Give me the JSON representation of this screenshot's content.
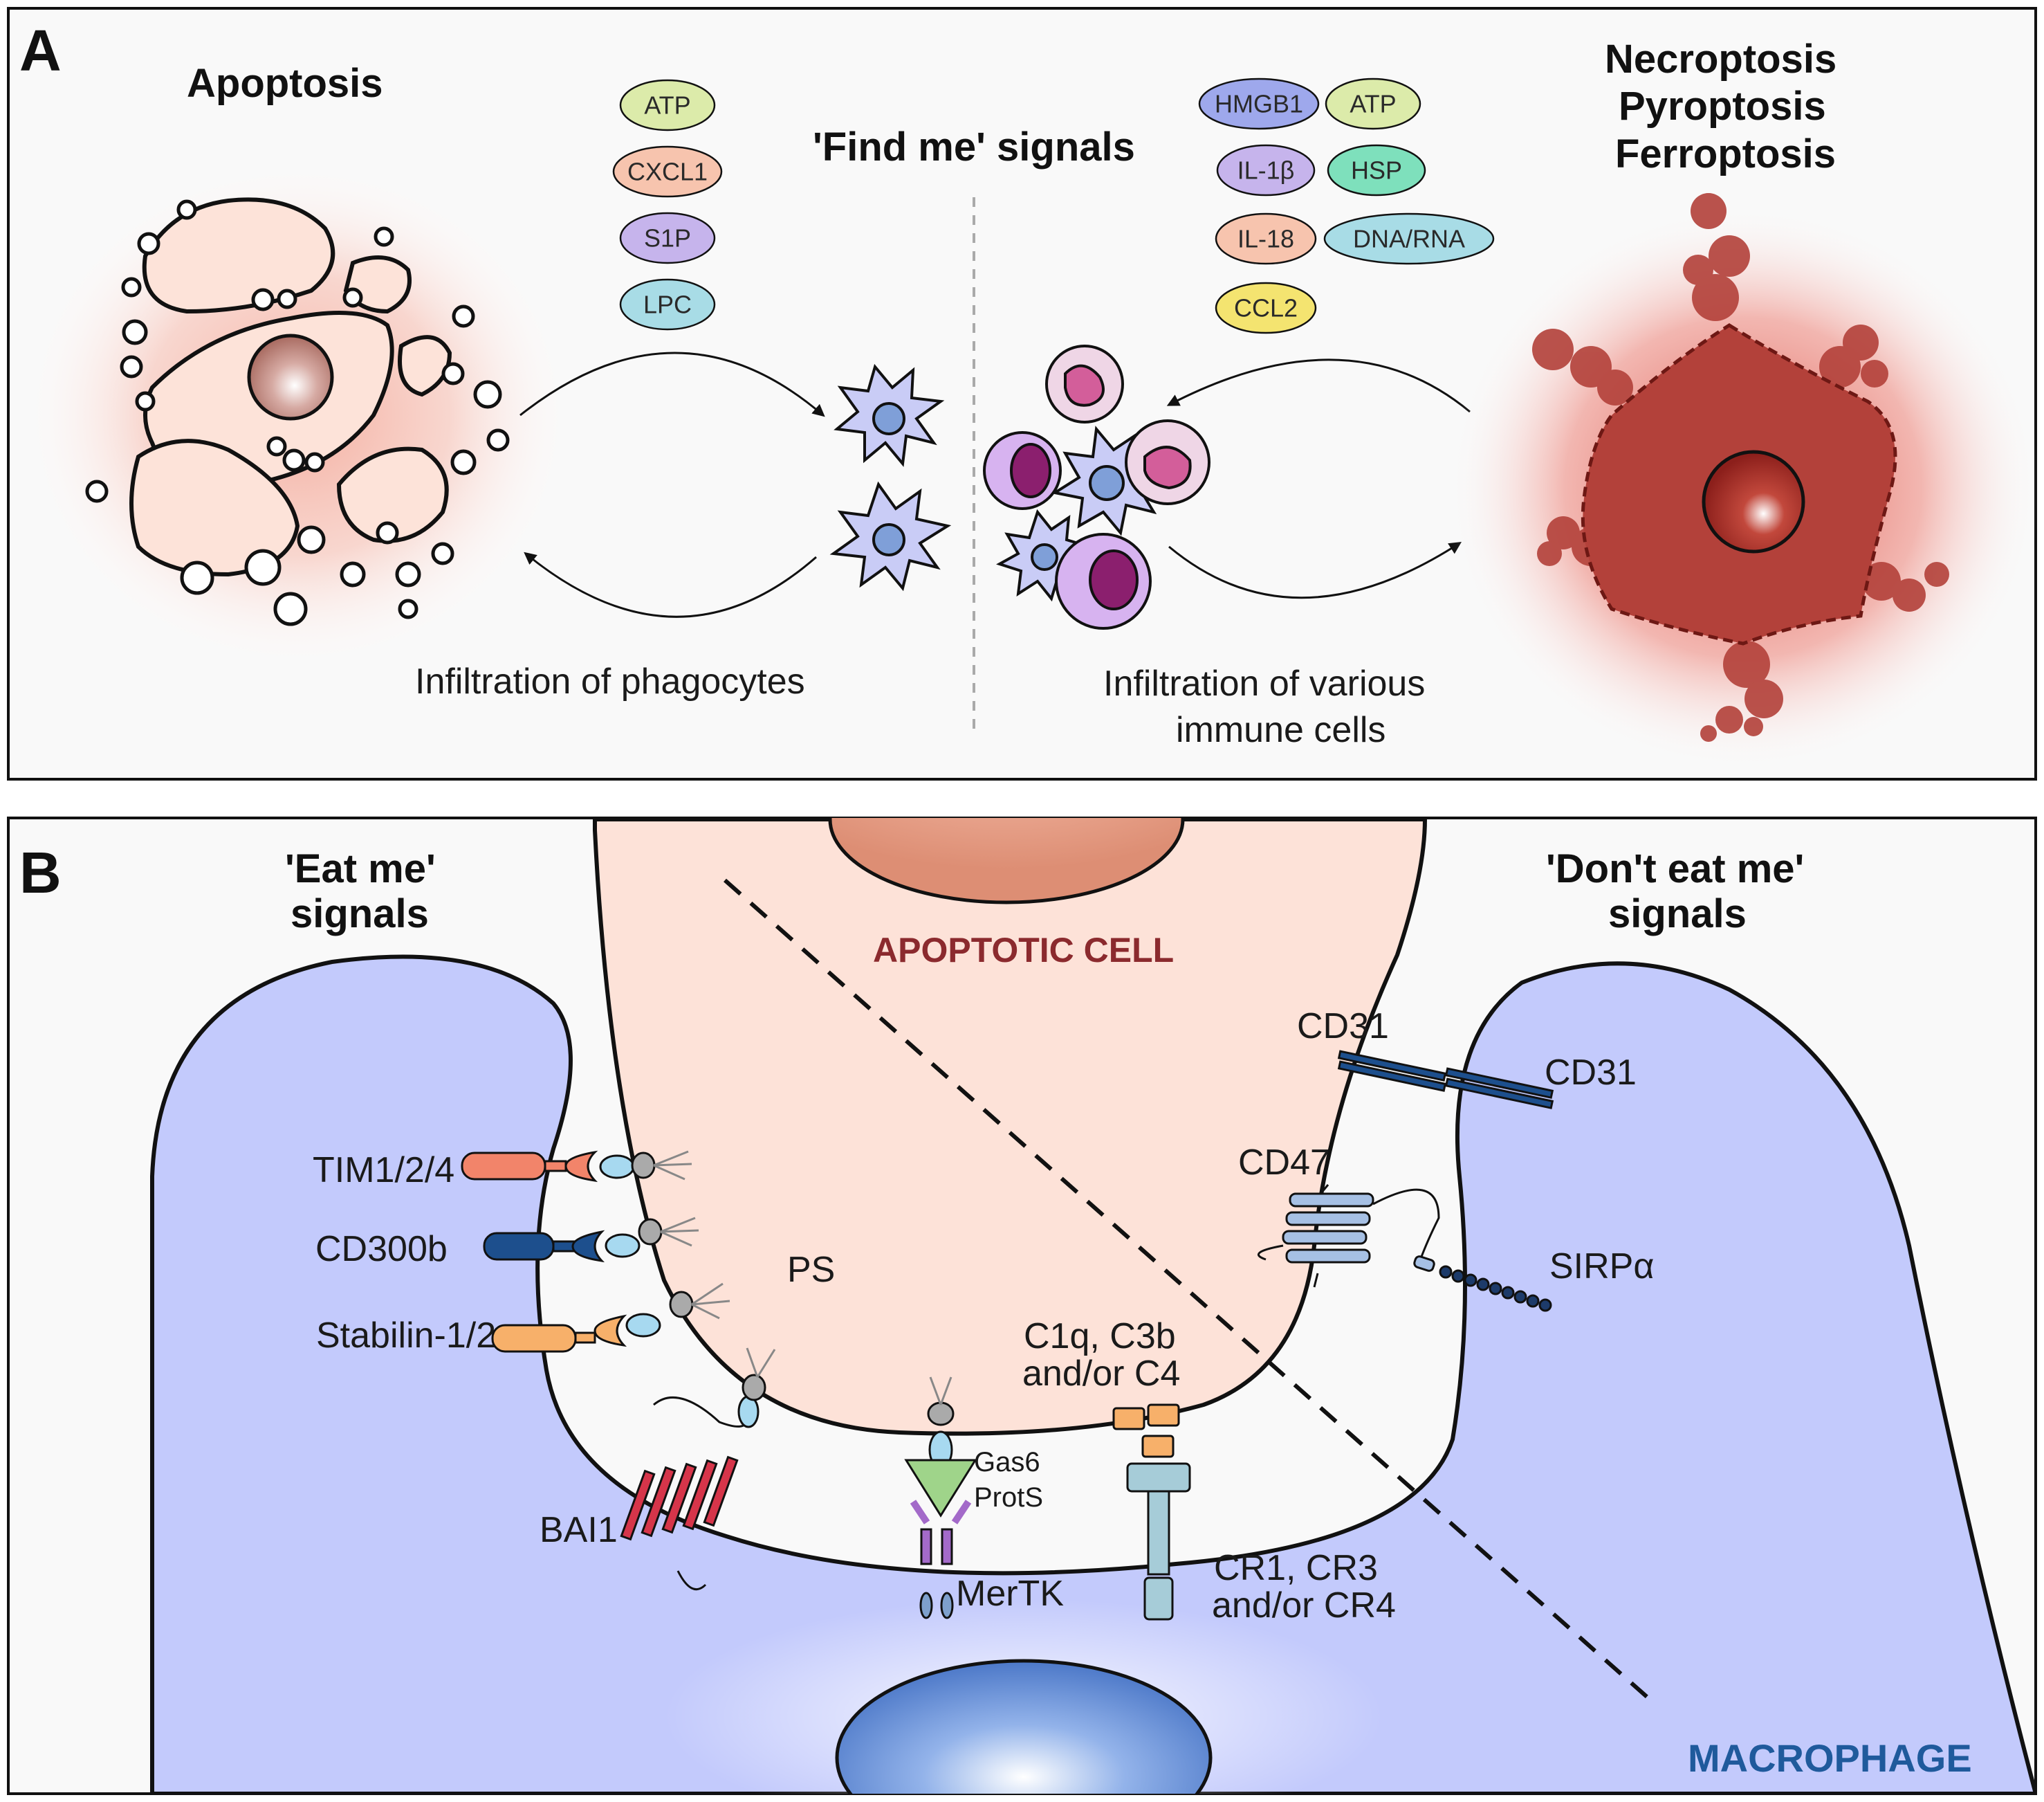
{
  "panelA": {
    "letter": "A",
    "apoptosis_title": "Apoptosis",
    "find_me_title": "'Find me' signals",
    "necro_titles": [
      "Necroptosis",
      "Pyroptosis",
      "Ferroptosis"
    ],
    "left_signals": [
      "ATP",
      "CXCL1",
      "S1P",
      "LPC"
    ],
    "right_signals": [
      "HMGB1",
      "ATP",
      "IL-1β",
      "HSP",
      "IL-18",
      "DNA/RNA",
      "CCL2"
    ],
    "infiltration_left": "Infiltration of phagocytes",
    "infiltration_right_1": "Infiltration of various",
    "infiltration_right_2": "immune cells"
  },
  "panelB": {
    "letter": "B",
    "eat_me_1": "'Eat me'",
    "eat_me_2": "signals",
    "dont_eat_me_1": "'Don't eat me'",
    "dont_eat_me_2": "signals",
    "apoptotic_cell": "APOPTOTIC CELL",
    "macrophage": "MACROPHAGE",
    "receptors": {
      "tim": "TIM1/2/4",
      "cd300b": "CD300b",
      "stabilin": "Stabilin-1/2",
      "bai1": "BAI1",
      "ps": "PS",
      "gas6": "Gas6",
      "prots": "ProtS",
      "mertk": "MerTK",
      "c1q_1": "C1q, C3b",
      "c1q_2": "and/or C4",
      "cr_1": "CR1, CR3",
      "cr_2": "and/or CR4",
      "cd31_top": "CD31",
      "cd31_right": "CD31",
      "cd47": "CD47",
      "sirpa": "SIRPα"
    }
  },
  "colors": {
    "macrophage_fill": "#c3cafc",
    "apoptotic_fill": "#fde2d8",
    "apoptotic_label": "#8b2a2e",
    "macrophage_label": "#1f5a9c",
    "necrotic": "#b3413a"
  }
}
